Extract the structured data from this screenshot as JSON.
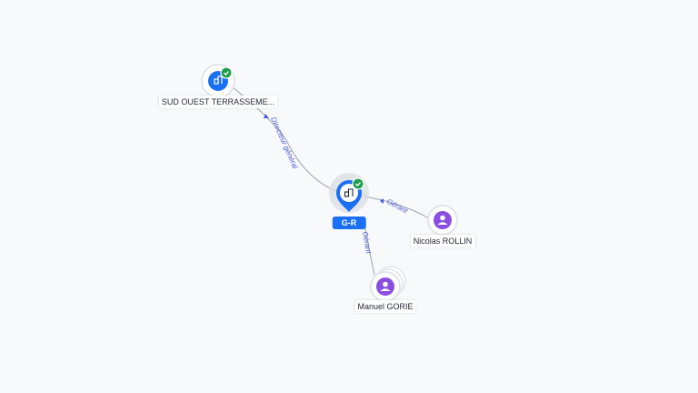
{
  "nodes": {
    "center": {
      "label": "G-R",
      "type": "company",
      "verified": true
    },
    "company_top": {
      "label": "SUD OUEST TERRASSEME...",
      "type": "company",
      "verified": true
    },
    "person_right": {
      "label": "Nicolas ROLLIN",
      "type": "person"
    },
    "person_bottom": {
      "label": "Manuel GORIE",
      "type": "person"
    }
  },
  "edges": {
    "top": {
      "label": "Directeur général"
    },
    "right": {
      "label": "Gérant"
    },
    "bottom": {
      "label": "Gérant"
    }
  },
  "colors": {
    "company": "#1a6ff2",
    "person": "#8a4fe0",
    "verified": "#1e9e4a",
    "edge": "#9aa0ab",
    "edge_label": "#4b5bd6"
  },
  "icons": {
    "company": "building-icon",
    "person": "person-icon",
    "verified": "check-badge-icon"
  }
}
